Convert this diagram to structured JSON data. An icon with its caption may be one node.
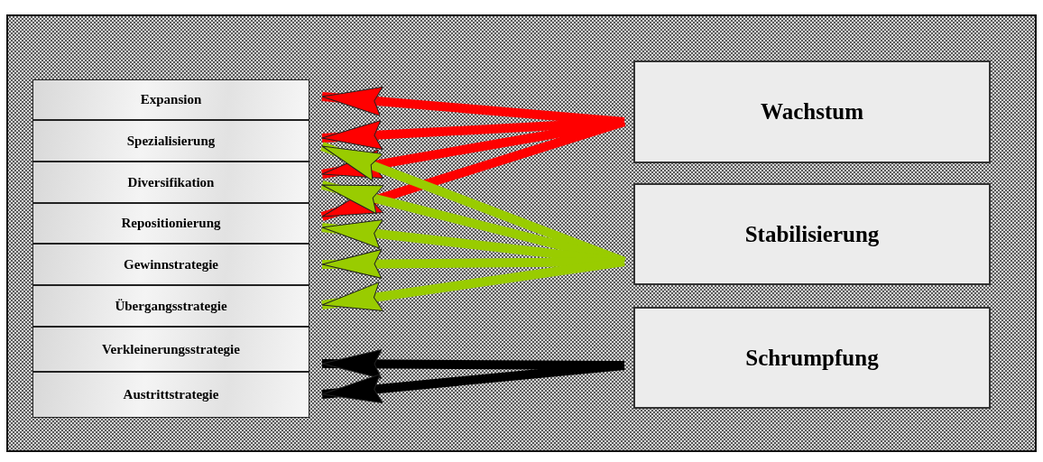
{
  "diagram": {
    "nodes": [
      {
        "text": [
          "Expansion"
        ]
      },
      {
        "text": [
          "Spezialisierung"
        ]
      },
      {
        "text": [
          "Diversifikation"
        ]
      },
      {
        "text": [
          "Repositionierung"
        ]
      },
      {
        "text": [
          "Gewinnstrategie"
        ]
      },
      {
        "text": [
          "Übergangsstrategie"
        ]
      },
      {
        "text": [
          "Verkleinerungsstrategie"
        ]
      },
      {
        "text": [
          "Austrittstrategie"
        ]
      },
      {
        "text": [
          "Wachstum"
        ]
      },
      {
        "text": [
          "Stabilisierung"
        ]
      },
      {
        "text": [
          "Schrumpfung"
        ]
      }
    ],
    "edges": [
      {
        "from": 8,
        "to": 0,
        "arrow": "to",
        "color": "#ff0000"
      },
      {
        "from": 8,
        "to": 1,
        "arrow": "to",
        "color": "#ff0000"
      },
      {
        "from": 8,
        "to": 2,
        "arrow": "to",
        "color": "#ff0000"
      },
      {
        "from": 8,
        "to": 3,
        "arrow": "to",
        "color": "#ff0000"
      },
      {
        "from": 9,
        "to": 1,
        "arrow": "to"
      },
      {
        "from": 9,
        "to": 2,
        "arrow": "to"
      },
      {
        "from": 9,
        "to": 3,
        "arrow": "to"
      },
      {
        "from": 9,
        "to": 4,
        "arrow": "to"
      },
      {
        "from": 9,
        "to": 5,
        "arrow": "to"
      },
      {
        "from": 10,
        "to": 6,
        "arrow": "to",
        "color": "#000000"
      },
      {
        "from": 10,
        "to": 7,
        "arrow": "to",
        "color": "#000000"
      }
    ]
  }
}
